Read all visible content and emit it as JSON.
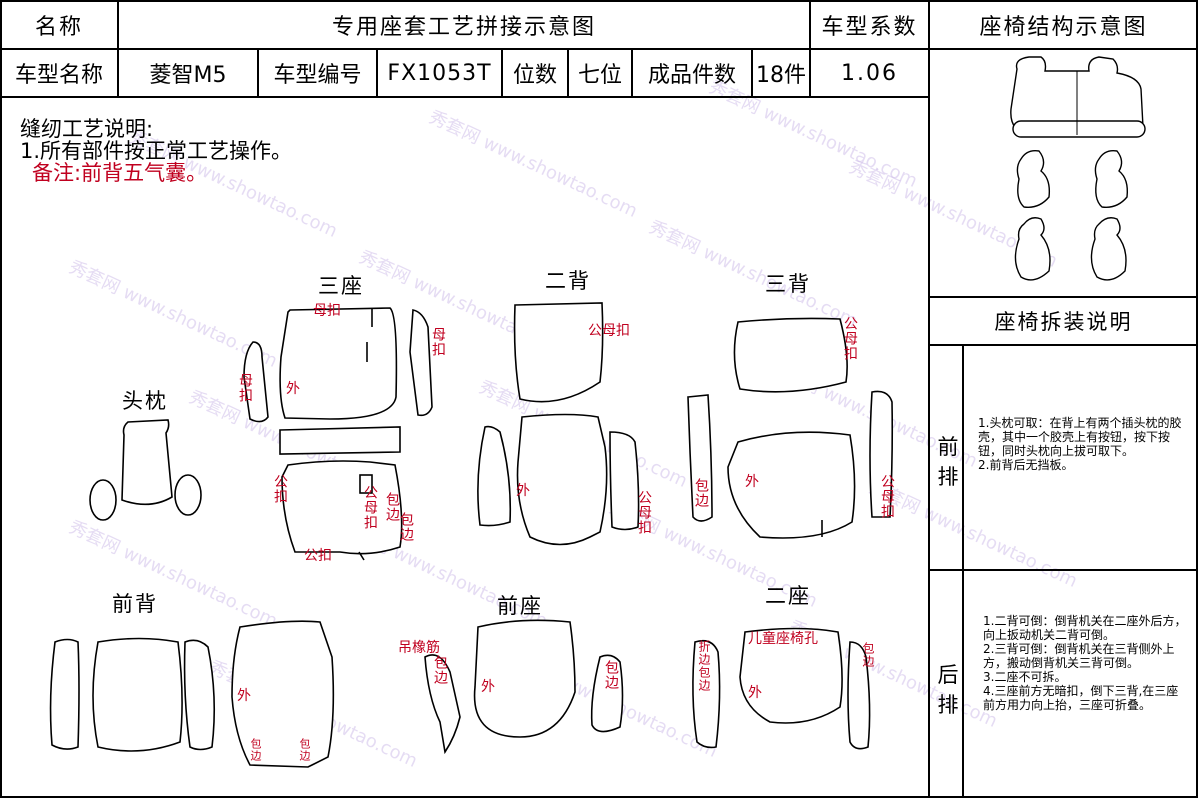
{
  "header": {
    "name_label": "名称",
    "title": "专用座套工艺拼接示意图",
    "coef_label": "车型系数",
    "struct_title": "座椅结构示意图"
  },
  "row2": {
    "model_name_label": "车型名称",
    "model_name": "菱智M5",
    "model_code_label": "车型编号",
    "model_code": "FX1053T",
    "seats_label": "位数",
    "seats": "七位",
    "pieces_label": "成品件数",
    "pieces": "18件",
    "coefficient": "1.06"
  },
  "notes": {
    "title": "缝纫工艺说明:",
    "line1": "1.所有部件按正常工艺操作。",
    "remark": "备注:前背五气囊。"
  },
  "sections": {
    "headrest": "头枕",
    "third_seat": "三座",
    "second_back": "二背",
    "third_back": "三背",
    "front_back": "前背",
    "front_seat": "前座",
    "second_seat": "二座"
  },
  "piece_labels": {
    "mukou": "母扣",
    "wai": "外",
    "gongkou": "公扣",
    "gong_mukou": "公母扣",
    "baobian": "包边",
    "diaoxiangjin": "吊橡筋",
    "zhe_baobian": "折边包边",
    "child_seat_hole": "儿童座椅孔",
    "gong": "公",
    "gong_mu_kou": "公母扣",
    "bao_bian_v": "包边",
    "gongkou_v": "公扣"
  },
  "disassembly": {
    "title": "座椅拆装说明",
    "front_label": "前排",
    "rear_label": "后排",
    "front_text": "1.头枕可取：在背上有两个插头枕的胶壳，其中一个胶壳上有按钮，按下按钮，同时头枕向上拔可取下。\n2.前背后无挡板。",
    "rear_text": "1.二背可倒：倒背机关在二座外后方，向上扳动机关二背可倒。\n2.三背可倒：倒背机关在三背侧外上方，搬动倒背机关三背可倒。\n3.二座不可拆。\n4.三座前方无暗扣，倒下三背,在三座前方用力向上抬，三座可折叠。"
  },
  "watermark": "秀套网 www.showtao.com"
}
